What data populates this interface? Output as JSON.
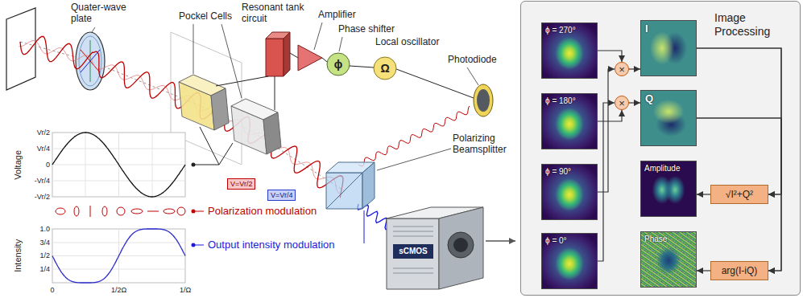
{
  "diagram": {
    "nodes": [
      {
        "text": [
          "Image Processing"
        ]
      },
      {
        "text": [
          "ϕ = 270°"
        ],
        "in": 0
      },
      {
        "text": [
          "ϕ = 180°"
        ],
        "in": 0
      },
      {
        "text": [
          "ϕ = 90°"
        ],
        "in": 0
      },
      {
        "text": [
          "ϕ = 0°"
        ],
        "in": 0
      },
      {
        "text": [
          "×"
        ],
        "in": 0
      },
      {
        "text": [
          "×"
        ],
        "in": 0
      },
      {
        "text": [
          "I"
        ],
        "in": 0
      },
      {
        "text": [
          "Q"
        ],
        "in": 0
      },
      {
        "text": [
          "Amplitude"
        ],
        "in": 0
      },
      {
        "text": [
          "Phase"
        ],
        "in": 0
      },
      {
        "text": [
          "√I²+Q²"
        ],
        "in": 0
      },
      {
        "text": [
          "arg(I-iQ)"
        ],
        "in": 0
      }
    ],
    "edges": [
      {
        "from": 1,
        "to": 5,
        "arrow": "to"
      },
      {
        "from": 3,
        "to": 5,
        "arrow": "to"
      },
      {
        "from": 2,
        "to": 6,
        "arrow": "to"
      },
      {
        "from": 4,
        "to": 6,
        "arrow": "to"
      },
      {
        "from": 5,
        "to": 7,
        "arrow": "to"
      },
      {
        "from": 6,
        "to": 8,
        "arrow": "to"
      },
      {
        "from": 7,
        "to": 11,
        "arrow": "to"
      },
      {
        "from": 8,
        "to": 11,
        "arrow": "to"
      },
      {
        "from": 7,
        "to": 12,
        "arrow": "to"
      },
      {
        "from": 8,
        "to": 12,
        "arrow": "to"
      },
      {
        "from": 11,
        "to": 9,
        "arrow": "to"
      },
      {
        "from": 12,
        "to": 10,
        "arrow": "to"
      }
    ],
    "labels": [
      "Quater-wave plate",
      "Pockel Cells",
      "Resonant tank circuit",
      "Amplifier",
      "Phase shifter",
      "ϕ",
      "Local oscillator",
      "Ω",
      "Photodiode",
      "Polarizing Beamsplitter",
      "sCMOS",
      "Voltage",
      "Vr/2",
      "Vr/4",
      "0",
      "-Vr/4",
      "-Vr/2",
      "Intensity",
      "1.0",
      "3/4",
      "1/2",
      "1/4",
      "0",
      "1/2Ω",
      "1/Ω",
      "Polarization modulation",
      "Output intensity modulation",
      "V=Vr/2",
      "V=Vr/4"
    ]
  }
}
